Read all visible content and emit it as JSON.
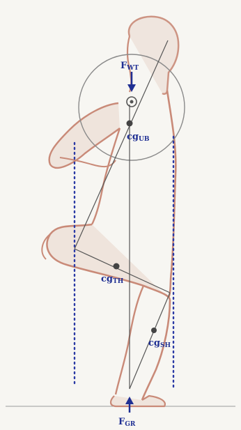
{
  "labels": {
    "force_weight": {
      "main": "F",
      "sub": "WT"
    },
    "force_ground": {
      "main": "F",
      "sub": "GR"
    },
    "cg_upper_body": {
      "main": "cg",
      "sub": "UB"
    },
    "cg_thigh": {
      "main": "cg",
      "sub": "TH"
    },
    "cg_shank": {
      "main": "cg",
      "sub": "SH"
    }
  },
  "colors": {
    "annotation": "#1f2f93",
    "body_outline": "#c98a78",
    "body_fill": "#efe4dc",
    "mechanics_line": "#555555",
    "dotted_guides": "#2b3aa5"
  },
  "icons": {
    "weight_arrow": "arrow-down-icon",
    "ground_arrow": "arrow-up-icon"
  }
}
